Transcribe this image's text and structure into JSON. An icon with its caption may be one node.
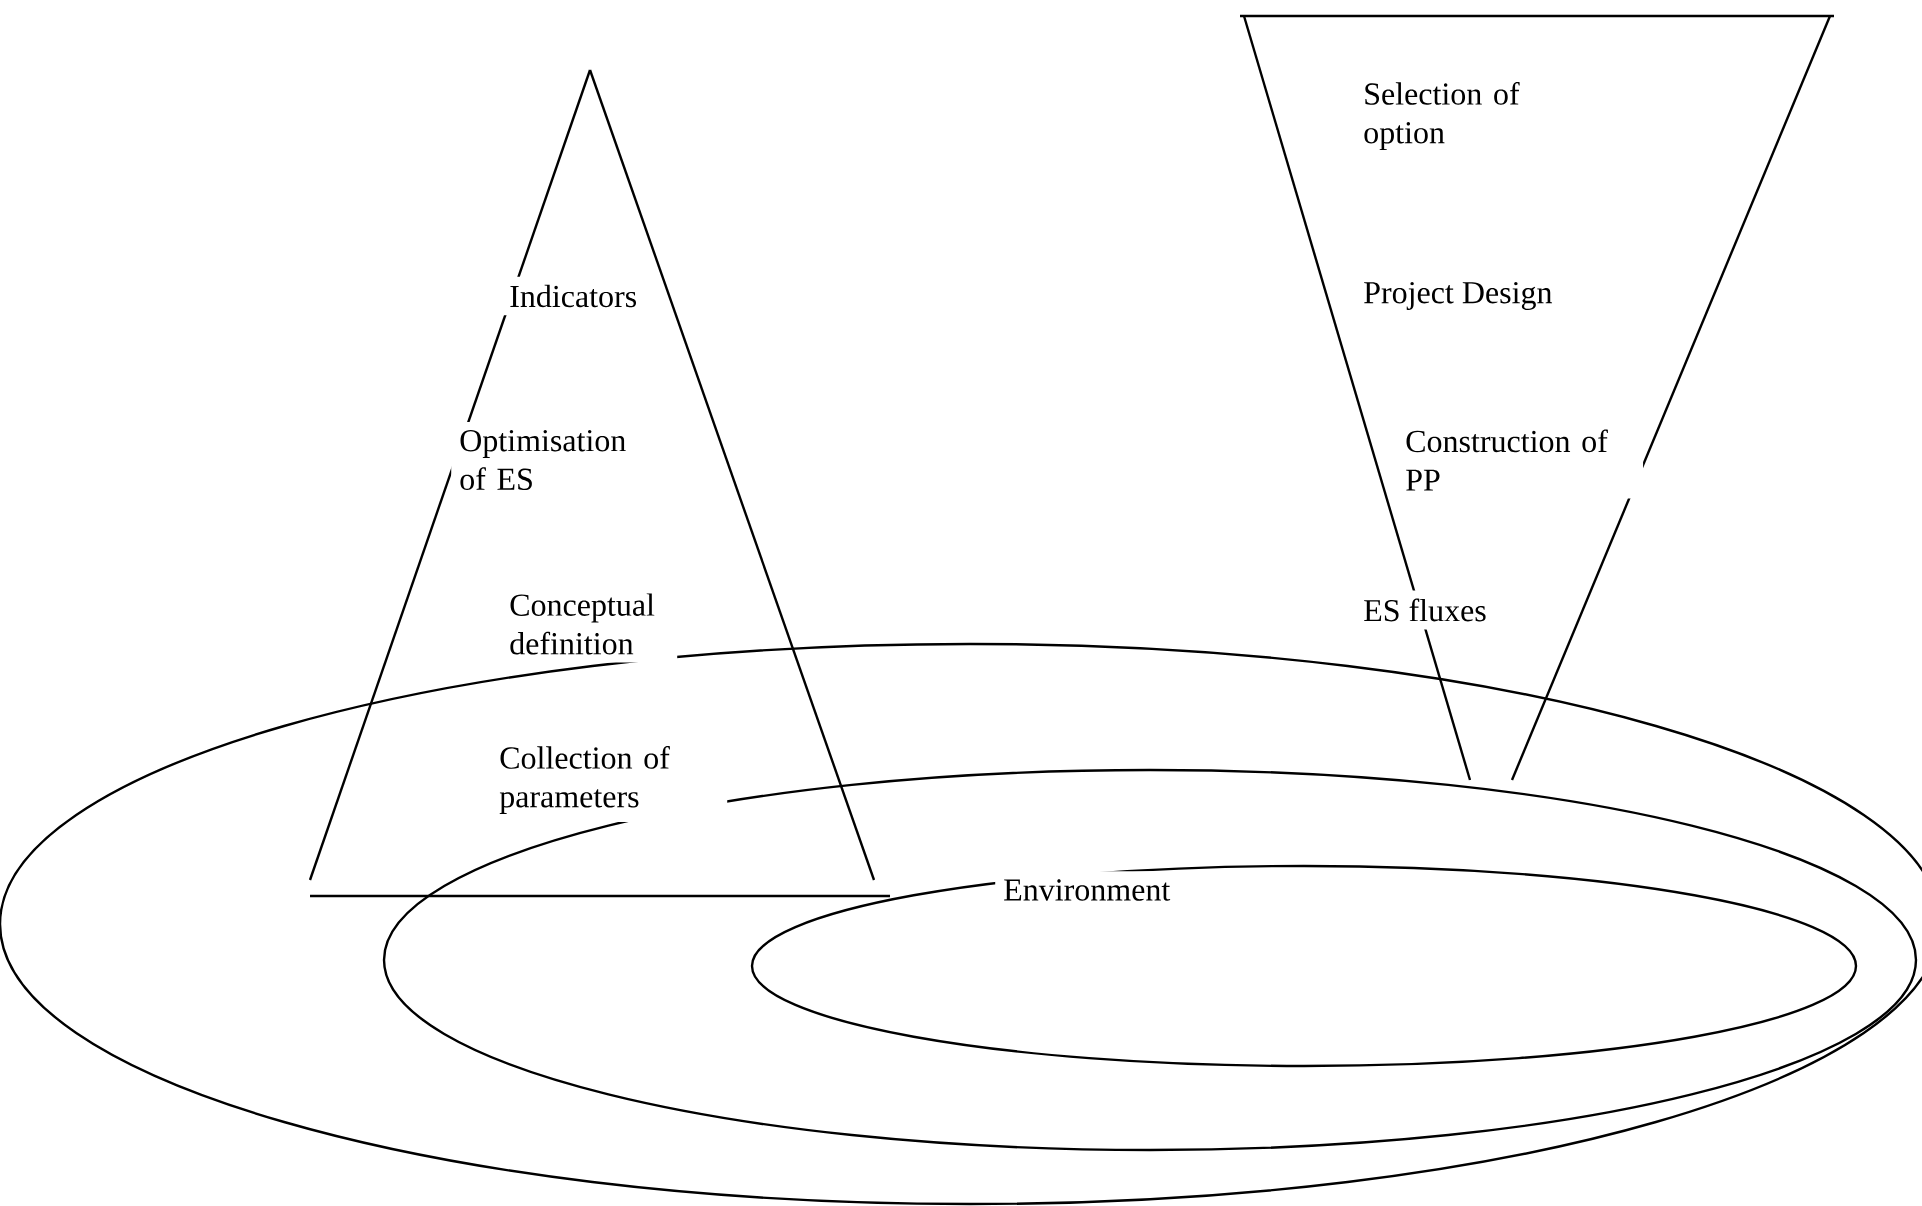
{
  "diagram": {
    "nodes": [
      {
        "text": [
          "Indicators",
          "Optimisation of ES",
          "Conceptual definition",
          "Collection of parameters"
        ]
      },
      {
        "text": [
          "Selection of option",
          "Project Design",
          "Construction of PP",
          "ES fluxes"
        ]
      },
      {
        "text": [
          "Environment"
        ],
        "in": 3
      },
      {
        "text": [],
        "shape": "ellipse",
        "in": 4
      },
      {
        "text": [],
        "shape": "ellipse"
      }
    ]
  }
}
